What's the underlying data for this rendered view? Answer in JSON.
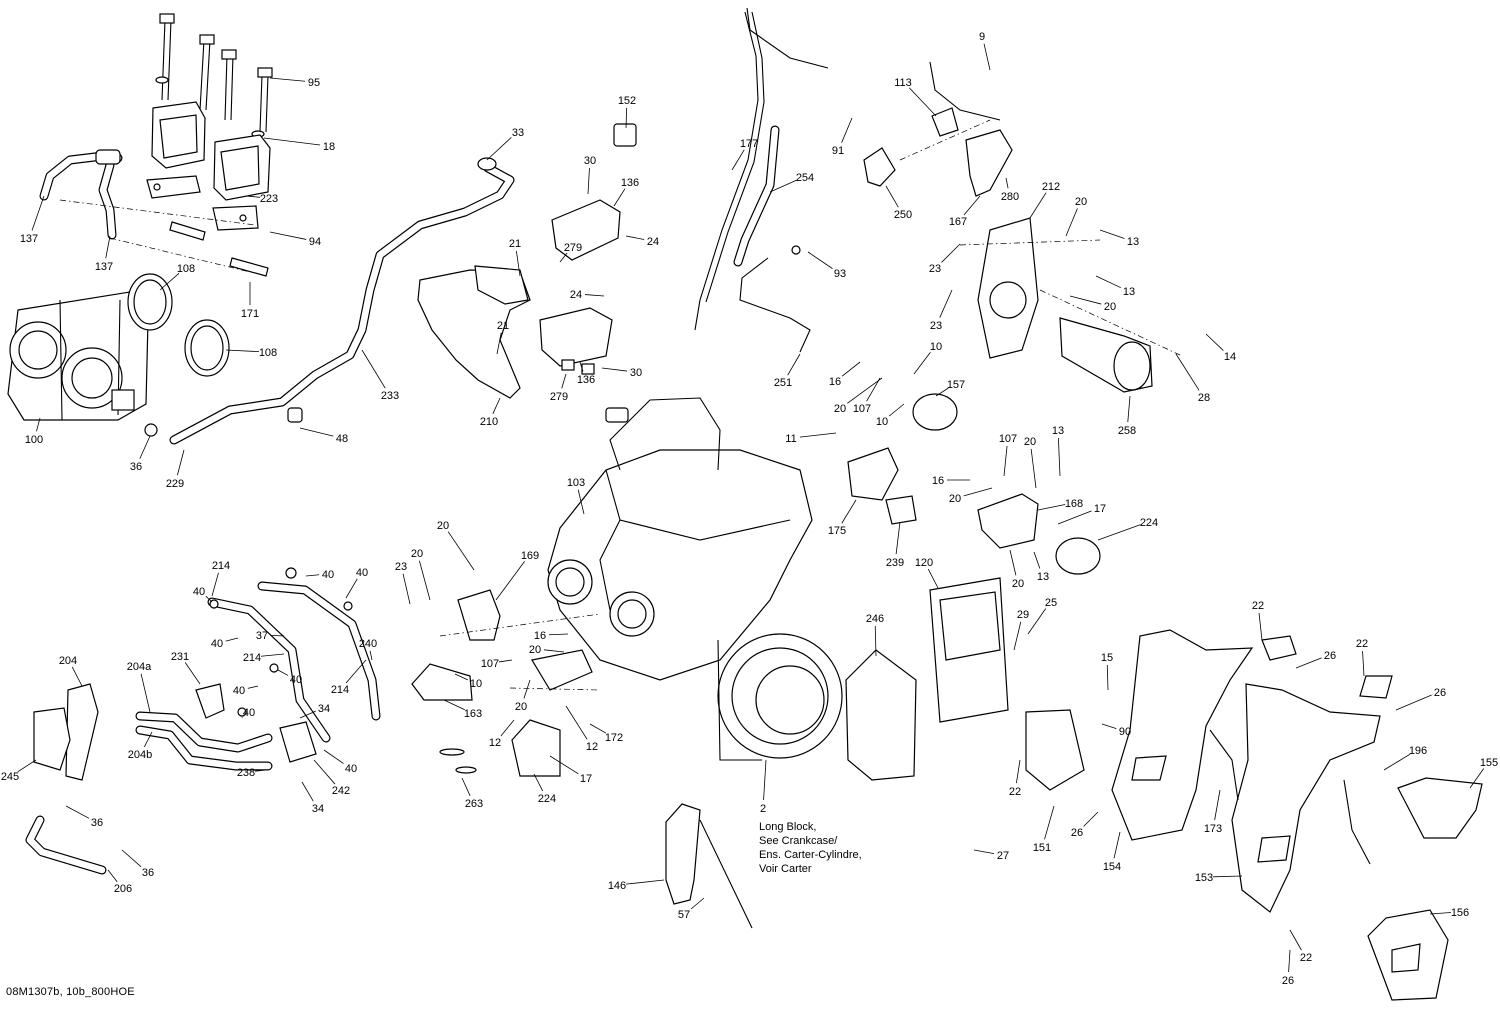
{
  "footer_code": "08M1307b, 10b_800HOE",
  "long_block_note": "Long Block,\nSee Crankcase/\nEns. Carter-Cylindre,\nVoir Carter",
  "callouts": [
    "2",
    "9",
    "10",
    "10",
    "10",
    "11",
    "12",
    "12",
    "13",
    "13",
    "13",
    "13",
    "14",
    "15",
    "16",
    "16",
    "16",
    "17",
    "17",
    "18",
    "20",
    "20",
    "20",
    "20",
    "20",
    "20",
    "20",
    "20",
    "20",
    "20",
    "21",
    "21",
    "22",
    "22",
    "22",
    "22",
    "23",
    "23",
    "23",
    "24",
    "24",
    "25",
    "26",
    "26",
    "26",
    "26",
    "27",
    "28",
    "29",
    "30",
    "30",
    "33",
    "34",
    "34",
    "36",
    "36",
    "36",
    "37",
    "40",
    "40",
    "40",
    "40",
    "40",
    "40",
    "40",
    "40",
    "48",
    "57",
    "90",
    "91",
    "93",
    "94",
    "95",
    "100",
    "103",
    "107",
    "107",
    "107",
    "108",
    "108",
    "113",
    "120",
    "136",
    "136",
    "137",
    "137",
    "146",
    "151",
    "152",
    "153",
    "154",
    "155",
    "156",
    "157",
    "163",
    "167",
    "168",
    "169",
    "171",
    "172",
    "173",
    "175",
    "177",
    "196",
    "204",
    "204a",
    "204b",
    "206",
    "210",
    "212",
    "214",
    "214",
    "214",
    "223",
    "224",
    "224",
    "229",
    "231",
    "233",
    "238",
    "239",
    "240",
    "242",
    "245",
    "246",
    "250",
    "251",
    "254",
    "258",
    "263",
    "279",
    "279",
    "280"
  ]
}
